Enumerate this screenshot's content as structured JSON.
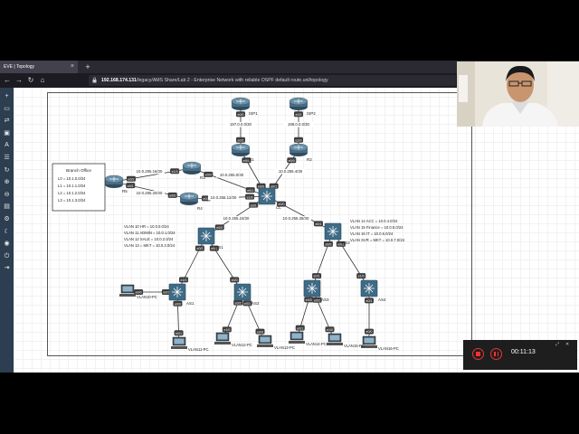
{
  "browser": {
    "tab_title": "EVE | Topology",
    "url_host": "192.168.174.131",
    "url_path": "/legacy/AMS Share/Lab 2 - Enterprise Network with reliable OSPF default route.unl/topology"
  },
  "sidebar": {
    "icons": [
      "plus-icon",
      "nodes-icon",
      "connections-icon",
      "network-icon",
      "text-icon",
      "list-icon",
      "refresh-icon",
      "zoom-in-icon",
      "zoom-out-icon",
      "lock-icon",
      "settings-icon",
      "moon-icon",
      "play-icon",
      "power-icon",
      "logout-icon"
    ]
  },
  "topology": {
    "branch": {
      "title": "Branch Office",
      "lines": [
        "L0 = 10.1.0.0/24",
        "L1 = 10.1.1.0/24",
        "L2 = 10.1.2.0/24",
        "L3 = 10.1.3.0/24"
      ]
    },
    "nodes": {
      "isp1": "ISP1",
      "isp2": "ISP2",
      "r1": "R1",
      "r2": "R2",
      "r3": "R3",
      "r4": "R4",
      "r5": "R5",
      "cl": "CL",
      "ds1": "DS1",
      "ds2": "DS2",
      "as1": "AS1",
      "as2": "AS2",
      "as3": "AS3",
      "as4": "AS4",
      "pc10": "VLAN10-PC",
      "pc11": "VLAN11-PC",
      "pc12": "VLAN12-PC",
      "pc13": "VLAN13-PC",
      "pc14": "VLAN14-PC",
      "pc15": "VLAN15-PC",
      "pc16": "VLAN16-PC"
    },
    "subnets": {
      "isp1_r1": "197.0.0.0/30",
      "isp2_r2": "198.0.0.0/30",
      "r3_cl": "10.0.255.0/30",
      "r2_cl": "10.0.255.4/30",
      "r5_r3": "10.0.255.16/30",
      "r5_r4": "10.0.255.20/30",
      "r4_cl": "10.0.255.12/30",
      "cl_ds1": "10.0.255.24/30",
      "cl_ds2": "10.0.255.28/30"
    },
    "ds1_vlans": [
      "VLAN 10 HR = 10.0.0.0/24",
      "VLAN 11 ADMIN = 10.0.1.0/24",
      "VLAN 12 SALE = 10.0.2.0/24",
      "VLAN 13 = MKT = 10.0.3.0/24"
    ],
    "ds2_vlans": [
      "VLAN 14 ACC = 10.0.4.0/24",
      "VLAN 15 Finance = 10.0.5.0/24",
      "VLAN 16 IT = 10.0.6.0/24",
      "VLAN SVR = MKT = 10.0.7.0/24"
    ],
    "ports": {
      "e0_0": "e0/0",
      "e0_1": "e0/1",
      "e0_2": "e0/2",
      "e0_3": "e0/3",
      "e1_0": "e1/0",
      "e1_1": "e1/1",
      "e1_2": "e1/2"
    }
  },
  "recorder": {
    "time": "00:11:13"
  },
  "colors": {
    "router": "#4a6d84",
    "switch": "#3f6b86",
    "link": "#333333",
    "port_label": "#ffffff"
  }
}
